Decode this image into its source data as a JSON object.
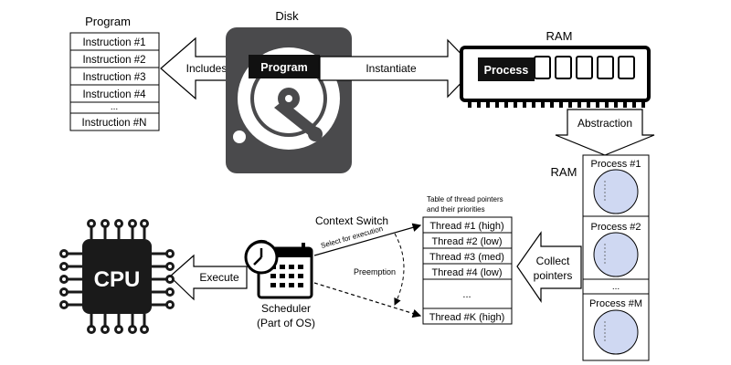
{
  "program": {
    "title": "Program",
    "instructions": [
      "Instruction #1",
      "Instruction #2",
      "Instruction #3",
      "Instruction #4",
      "...",
      "Instruction #N"
    ]
  },
  "disk": {
    "title": "Disk",
    "label": "Program"
  },
  "arrows": {
    "includes": "Includes",
    "instantiate": "Instantiate",
    "abstraction": "Abstraction",
    "collect_line1": "Collect",
    "collect_line2": "pointers",
    "execute": "Execute"
  },
  "ram_top": {
    "title": "RAM",
    "label": "Process"
  },
  "ram_stack": {
    "title": "RAM",
    "processes": [
      "Process #1",
      "Process #2",
      "...",
      "Process #M"
    ]
  },
  "thread_table": {
    "caption_line1": "Table of thread pointers",
    "caption_line2": "and their priorities",
    "rows": [
      "Thread #1 (high)",
      "Thread #2 (low)",
      "Thread #3 (med)",
      "Thread #4 (low)",
      "...",
      "Thread #K (high)"
    ]
  },
  "context": {
    "title": "Context Switch",
    "select": "Select for execution",
    "preemption": "Preemption"
  },
  "scheduler": {
    "line1": "Scheduler",
    "line2": "(Part of OS)"
  },
  "cpu": {
    "label": "CPU"
  },
  "colors": {
    "dark": "#4a4a4c",
    "black": "#1a1a1a",
    "process_fill": "#cfd8f2"
  }
}
